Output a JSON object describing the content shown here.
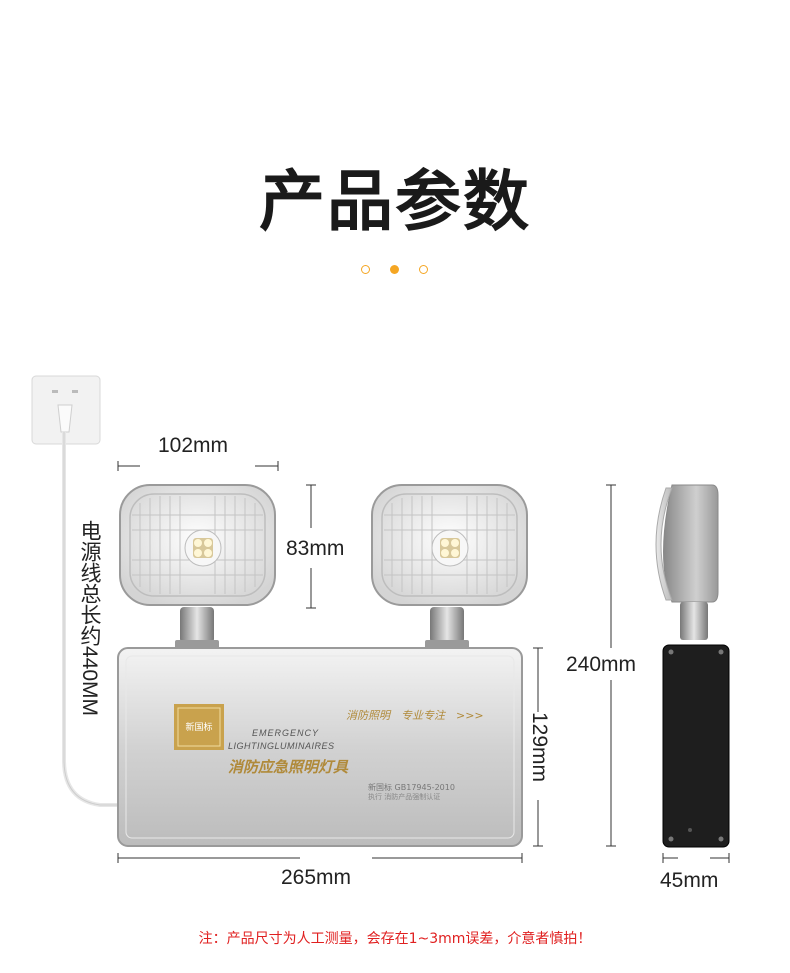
{
  "title": "产品参数",
  "dimensions": {
    "head_width": "102mm",
    "head_height": "83mm",
    "body_width": "265mm",
    "body_height": "129mm",
    "total_height": "240mm",
    "depth": "45mm",
    "cable_length": "电源线总长约440MM"
  },
  "product_label": {
    "badge_text": "新国标",
    "en_line1": "EMERGENCY",
    "en_line2": "LIGHTINGLUMINAIRES",
    "cn_name": "消防应急照明灯具",
    "slogan": "消防照明　专业专注　>>>",
    "standard": "新国标 GB17945-2010",
    "cert": "执行 消防产品强制认证"
  },
  "note": "注：产品尺寸为人工测量，会存在1~3mm误差，介意者慎拍！",
  "colors": {
    "accent": "#f5a623",
    "note": "#e02020",
    "dimension_line": "#333333",
    "body": "#c9c9c9",
    "side_body": "#1e1e1e"
  }
}
